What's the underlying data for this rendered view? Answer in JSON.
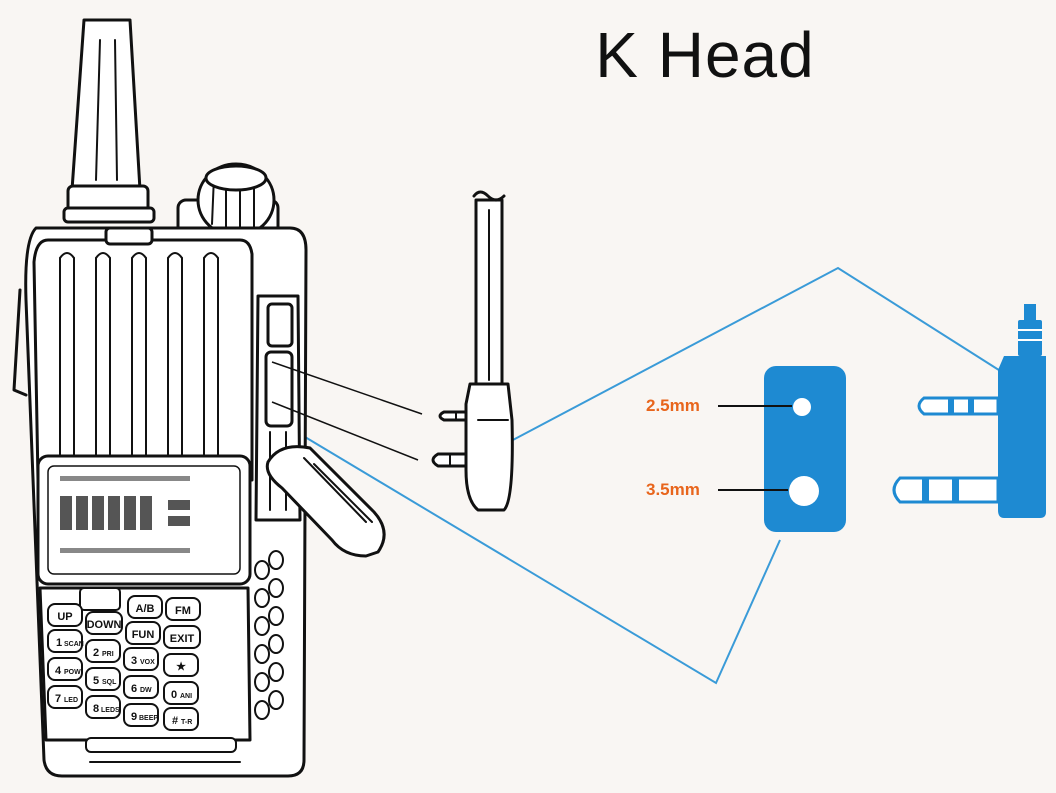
{
  "title": "K Head",
  "labels": {
    "small_hole": "2.5mm",
    "large_hole": "3.5mm"
  },
  "colors": {
    "accent_blue": "#1e8ad2",
    "label_orange": "#e8651c",
    "line_blue": "#3a9bd8"
  },
  "keypad": {
    "up": "UP",
    "down": "DOWN",
    "ab": "A/B",
    "fm": "FM",
    "fun": "FUN",
    "exit": "EXIT",
    "k1": "1",
    "k1_sub": "SCAN",
    "k2": "2",
    "k2_sub": "PRI",
    "k3": "3",
    "k3_sub": "VOX",
    "k4": "4",
    "k4_sub": "POW",
    "k5": "5",
    "k5_sub": "SQL",
    "k6": "6",
    "k6_sub": "DW",
    "k7": "7",
    "k7_sub": "LED",
    "k8": "8",
    "k8_sub": "LEDS",
    "k9": "9",
    "k9_sub": "BEEP",
    "k0": "0",
    "k0_sub": "ANI",
    "star": "★",
    "hash": "#",
    "hash_sub": "T-R"
  }
}
